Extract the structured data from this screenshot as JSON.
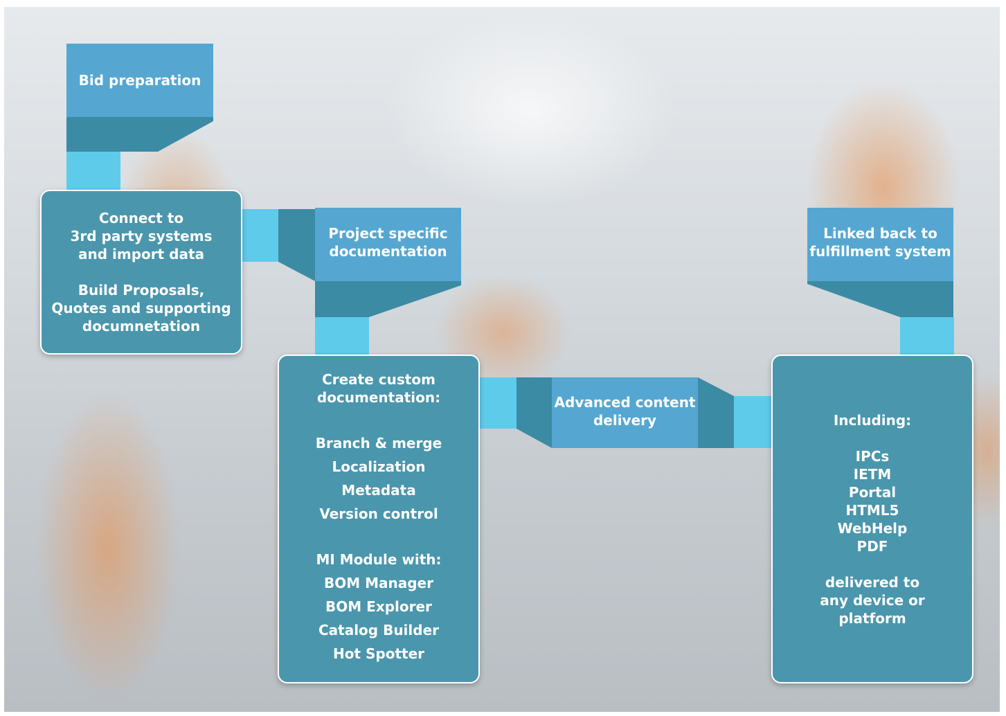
{
  "colors": {
    "label_blue": "#55a7d1",
    "box_teal": "#4a96ad",
    "dark_teal": "#3a8aa2",
    "connector_cyan": "#5fcbea",
    "background_orange": "#e88c46"
  },
  "steps": {
    "bid": {
      "label": "Bid preparation"
    },
    "connect": {
      "lines": [
        "Connect to",
        "3rd party systems",
        "and import data"
      ],
      "lines2": [
        "Build Proposals,",
        "Quotes and supporting",
        "documnetation"
      ]
    },
    "project": {
      "lines": [
        "Project specific",
        "documentation"
      ]
    },
    "custom": {
      "heading": [
        "Create custom",
        "documentation:"
      ],
      "features": [
        "Branch & merge",
        "Localization",
        "Metadata",
        "Version control"
      ],
      "mi_heading": "MI Module with:",
      "mi_items": [
        "BOM Manager",
        "BOM Explorer",
        "Catalog Builder",
        "Hot Spotter"
      ]
    },
    "advanced": {
      "lines": [
        "Advanced content",
        "delivery"
      ]
    },
    "linked": {
      "lines": [
        "Linked back to",
        "fulfillment system"
      ]
    },
    "including": {
      "heading": "Including:",
      "formats": [
        "IPCs",
        "IETM",
        "Portal",
        "HTML5",
        "WebHelp",
        "PDF"
      ],
      "footer": [
        "delivered to",
        "any device or",
        "platform"
      ]
    }
  }
}
